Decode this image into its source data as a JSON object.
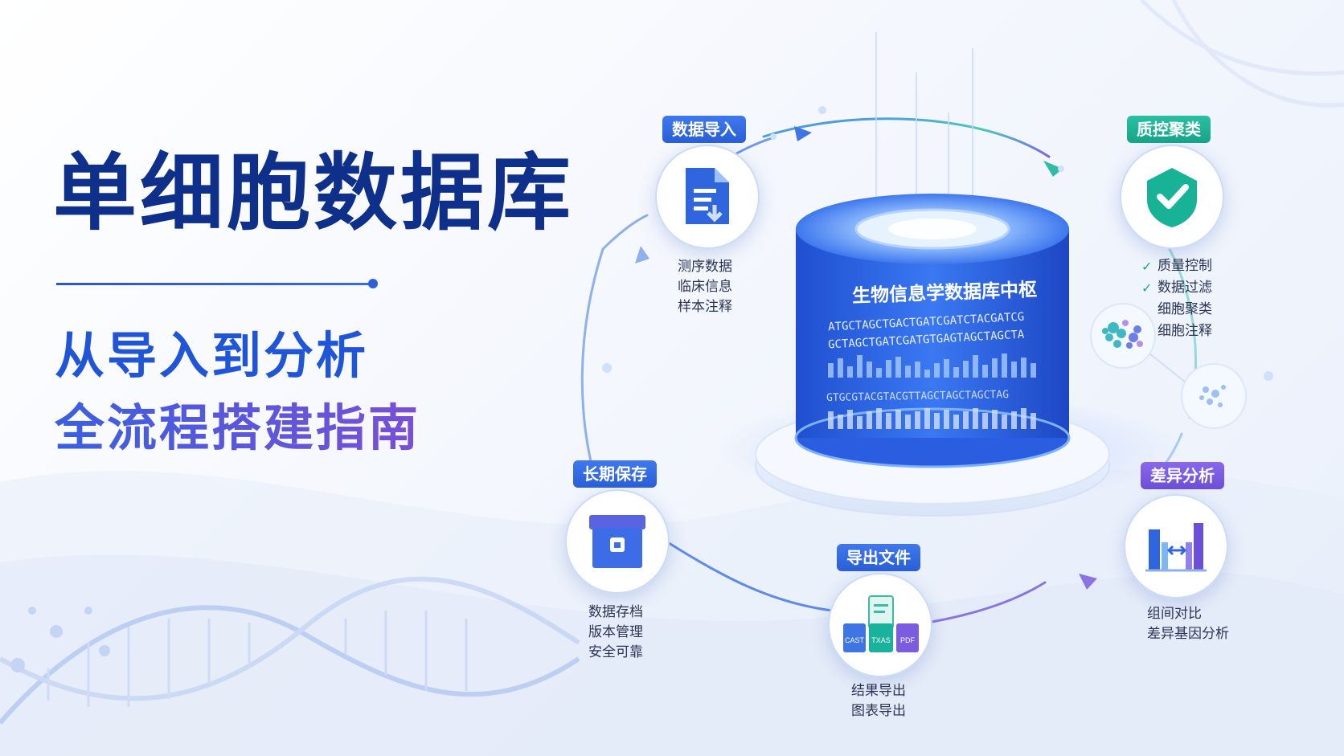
{
  "title": "单细胞数据库",
  "subtitle_line1": "从导入到分析",
  "subtitle_line2": "全流程搭建指南",
  "hub": {
    "title": "生物信息学数据库中枢",
    "seq_line1": "ATGCTAGCTGACTGATCGATCTACGATCG",
    "seq_line2": "GCTAGCTGATCGATGTGAGTAGCTAGCTA",
    "seq_line3": "GTGCGTACGTACGTTAGCTAGCTAGCTAG"
  },
  "steps": {
    "import": {
      "tag": "数据导入",
      "lines": [
        "测序数据",
        "临床信息",
        "样本注释"
      ],
      "icon": "document-import-icon"
    },
    "qc": {
      "tag": "质控聚类",
      "lines": [
        "质量控制",
        "数据过滤",
        "细胞聚类",
        "细胞注释"
      ],
      "checked": [
        true,
        true,
        false,
        false
      ],
      "icon": "shield-check-icon"
    },
    "diff": {
      "tag": "差异分析",
      "lines": [
        "组间对比",
        "差异基因分析"
      ],
      "icon": "bar-compare-icon"
    },
    "export": {
      "tag": "导出文件",
      "lines": [
        "结果导出",
        "图表导出"
      ],
      "icon": "files-export-icon",
      "file_labels": [
        "CAST",
        "TXAS",
        "PDF"
      ]
    },
    "archive": {
      "tag": "长期保存",
      "lines": [
        "数据存档",
        "版本管理",
        "安全可靠"
      ],
      "icon": "archive-box-icon"
    }
  },
  "colors": {
    "title": "#0e2f8a",
    "blue": "#2f62dc",
    "green": "#19a88a",
    "purple": "#6c4fd8"
  }
}
